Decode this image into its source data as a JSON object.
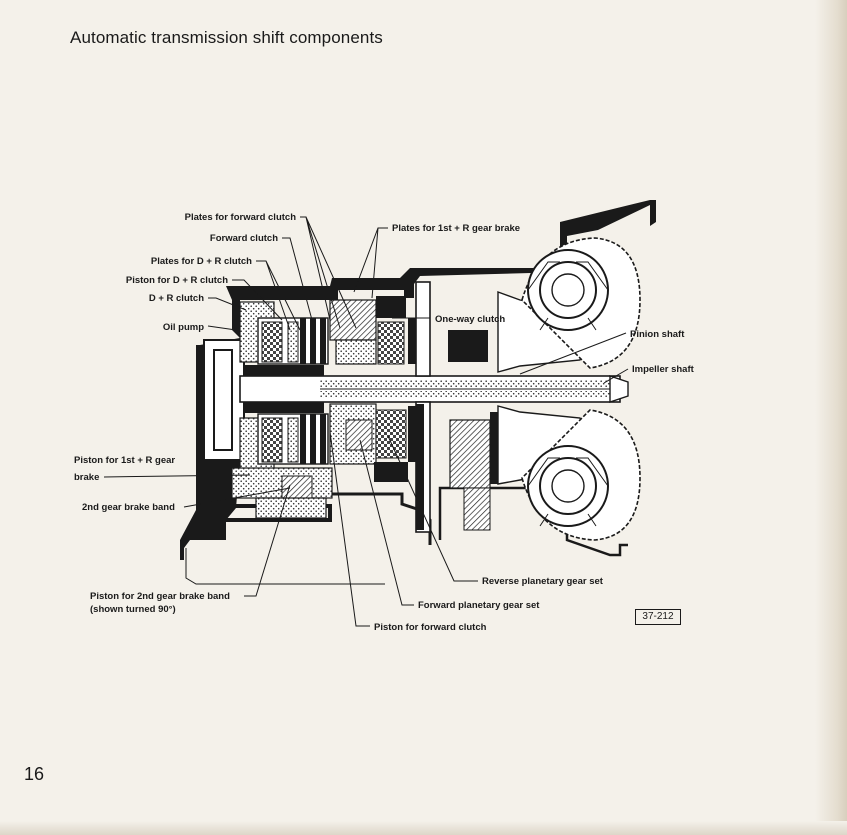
{
  "page": {
    "title": "Automatic transmission shift components",
    "page_number": "16",
    "figure_id": "37-212"
  },
  "labels": {
    "plates_forward_clutch": "Plates for forward clutch",
    "forward_clutch": "Forward clutch",
    "plates_dr_clutch": "Plates for D + R clutch",
    "piston_dr_clutch": "Piston for D + R clutch",
    "dr_clutch": "D + R clutch",
    "oil_pump": "Oil pump",
    "plates_1st_r_brake": "Plates for 1st + R gear brake",
    "one_way_clutch": "One-way clutch",
    "pinion_shaft": "Pinion shaft",
    "impeller_shaft": "Impeller shaft",
    "piston_1st_r_brake_line1": "Piston for 1st + R gear",
    "piston_1st_r_brake_line2": "brake",
    "second_gear_brake_band": "2nd gear brake band",
    "piston_2nd_brake_band_line1": "Piston for 2nd gear brake band",
    "piston_2nd_brake_band_line2": "(shown turned 90°)",
    "reverse_planetary": "Reverse planetary gear set",
    "forward_planetary": "Forward planetary gear set",
    "piston_forward_clutch": "Piston for forward clutch"
  },
  "colors": {
    "ink": "#1a1a1a",
    "paper": "#f4f1ea"
  }
}
